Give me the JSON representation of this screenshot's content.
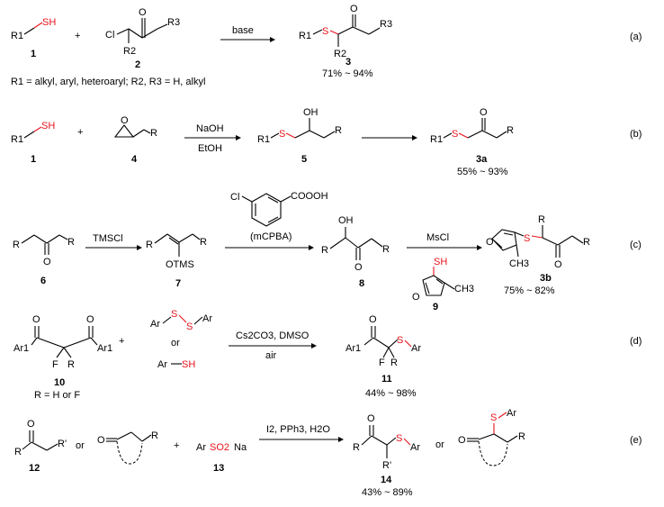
{
  "rows": [
    {
      "label": "(a)",
      "reactant1": {
        "group": "R1",
        "sh": "SH",
        "number": "1"
      },
      "reactant2": {
        "cl": "Cl",
        "r2": "R2",
        "r3": "R3",
        "o": "O",
        "number": "2"
      },
      "plus": "+",
      "reagent": "base",
      "product": {
        "r1": "R1",
        "s": "S",
        "r2": "R2",
        "r3": "R3",
        "o": "O",
        "number": "3",
        "yield": "71% ~ 94%"
      },
      "note": "R1 = alkyl, aryl, heteroaryl; R2, R3 = H, alkyl"
    },
    {
      "label": "(b)",
      "reactant1": {
        "group": "R1",
        "sh": "SH",
        "number": "1"
      },
      "reactant2": {
        "r": "R",
        "number": "4"
      },
      "plus": "+",
      "reagent_top": "NaOH",
      "reagent_bottom": "EtOH",
      "intermediate": {
        "r1": "R1",
        "s": "S",
        "oh": "OH",
        "r": "R",
        "number": "5"
      },
      "product": {
        "r1": "R1",
        "s": "S",
        "o": "O",
        "r": "R",
        "number": "3a",
        "yield": "55% ~ 93%"
      }
    },
    {
      "label": "(c)",
      "start": {
        "r_left": "R",
        "r_right": "R",
        "o": "O",
        "number": "6"
      },
      "reagent1": "TMSCl",
      "enol": {
        "r_left": "R",
        "r_right": "R",
        "otms": "OTMS",
        "number": "7"
      },
      "oxidant": {
        "cl": "Cl",
        "cooh": "COOOH",
        "name": "(mCPBA)"
      },
      "hydroxyketone": {
        "oh": "OH",
        "r_left": "R",
        "r_right": "R",
        "o": "O",
        "number": "8"
      },
      "reagent2": "MsCl",
      "thiol": {
        "sh": "SH",
        "o": "O",
        "ch3": "CH3",
        "number": "9"
      },
      "product": {
        "r_top": "R",
        "r_right": "R",
        "o": "O",
        "s": "S",
        "ch3": "CH3",
        "ring_o": "O",
        "number": "3b",
        "yield": "75% ~ 82%"
      }
    },
    {
      "label": "(d)",
      "start": {
        "ar1_left": "Ar1",
        "ar1_right": "Ar1",
        "f": "F",
        "r": "R",
        "o": "O",
        "number": "10",
        "note": "R = H or F"
      },
      "plus": "+",
      "disulfide": {
        "ar_left": "Ar",
        "s1": "S",
        "s2": "S",
        "ar_right": "Ar"
      },
      "or": "or",
      "thiol": {
        "ar": "Ar",
        "sh": "SH"
      },
      "reagent_top": "Cs2CO3, DMSO",
      "reagent_bottom": "air",
      "product": {
        "ar1": "Ar1",
        "f": "F",
        "r": "R",
        "s": "S",
        "ar": "Ar",
        "o": "O",
        "number": "11",
        "yield": "44% ~ 98%"
      }
    },
    {
      "label": "(e)",
      "ketone": {
        "r": "R",
        "r_prime": "R'",
        "o": "O",
        "number": "12"
      },
      "or1": "or",
      "cyclic": {
        "o": "O",
        "r": "R"
      },
      "plus": "+",
      "sulfinate": {
        "ar": "Ar",
        "so2": "SO2",
        "na": "Na",
        "number": "13"
      },
      "reagent": "I2, PPh3, H2O",
      "product": {
        "r": "R",
        "o": "O",
        "s": "S",
        "ar": "Ar",
        "r_prime": "R'",
        "number": "14",
        "yield": "43% ~ 89%"
      },
      "or2": "or",
      "cyclic_product": {
        "s": "S",
        "ar": "Ar",
        "o": "O",
        "r": "R"
      }
    }
  ]
}
